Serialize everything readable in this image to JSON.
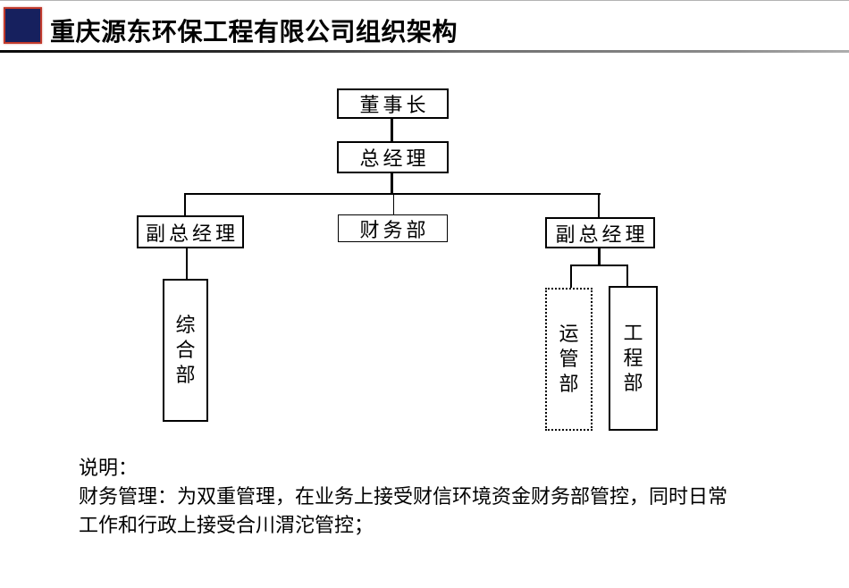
{
  "header": {
    "title": "重庆源东环保工程有限公司组织架构",
    "accent_square_fill": "#16205e",
    "accent_square_border": "#c0392b"
  },
  "org_chart": {
    "nodes": {
      "chairman": {
        "label": "董事长",
        "parent": null
      },
      "general_manager": {
        "label": "总经理",
        "parent": "chairman"
      },
      "deputy_gm_left": {
        "label": "副总经理",
        "parent": "general_manager"
      },
      "finance_dept": {
        "label": "财务部",
        "parent": "general_manager",
        "border": "thin"
      },
      "deputy_gm_right": {
        "label": "副总经理",
        "parent": "general_manager"
      },
      "comprehensive_dept": {
        "label": "综\n合\n部",
        "parent": "deputy_gm_left",
        "orientation": "vertical"
      },
      "operations_dept": {
        "label": "运\n管\n部",
        "parent": "deputy_gm_right",
        "orientation": "vertical",
        "border": "dotted"
      },
      "engineering_dept": {
        "label": "工\n程\n部",
        "parent": "deputy_gm_right",
        "orientation": "vertical"
      }
    }
  },
  "notes": {
    "heading": "说明：",
    "line1": "财务管理：为双重管理，在业务上接受财信环境资金财务部管控，同时日常",
    "line2": "工作和行政上接受合川渭沱管控；"
  }
}
